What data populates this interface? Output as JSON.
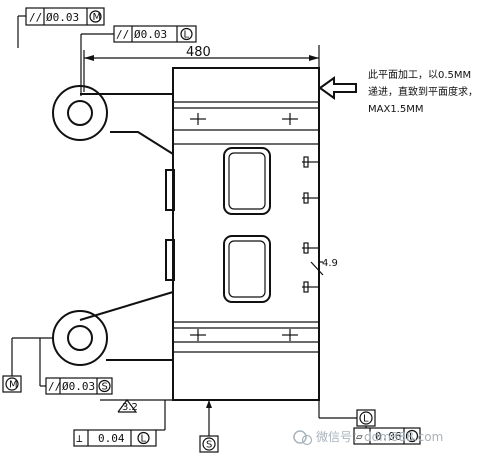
{
  "dimension": {
    "width": "480"
  },
  "note": {
    "line1": "此平面加工，以0.5MM",
    "line2": "递进，直致到平面度求，",
    "line3": "MAX1.5MM"
  },
  "fcf_top_1": {
    "symbol": "//",
    "value": "Ø0.03",
    "modifier": "M"
  },
  "fcf_top_2": {
    "symbol": "//",
    "value": "Ø0.03",
    "modifier": "L"
  },
  "fcf_bottom_left": {
    "symbol": "//",
    "value": "Ø0.03",
    "modifier": "S"
  },
  "fcf_bottom_mid": {
    "symbol": "⊥",
    "value": "0.04",
    "modifier": "L"
  },
  "fcf_bottom_right": {
    "symbol": "▱",
    "value": "0.06",
    "modifier": "L"
  },
  "datum_left": {
    "label": "M"
  },
  "datum_mid": {
    "label": "S"
  },
  "datum_right": {
    "label": "L"
  },
  "surface_finish": {
    "value": "3.2"
  },
  "bolt_callout": {
    "value": "4.9"
  },
  "watermark": {
    "text": "微信号：ddm888.com"
  }
}
